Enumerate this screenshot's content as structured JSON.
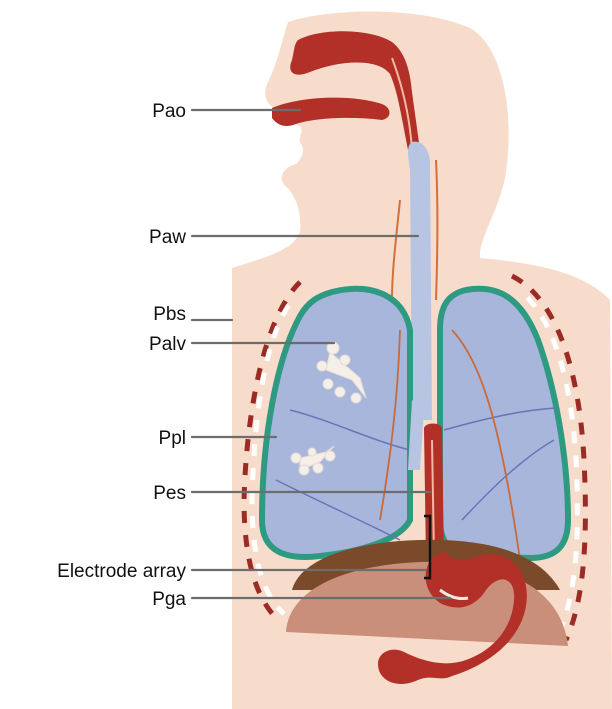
{
  "labels": {
    "pao": "Pao",
    "paw": "Paw",
    "pbs": "Pbs",
    "palv": "Palv",
    "ppl": "Ppl",
    "pes": "Pes",
    "electrode_array": "Electrode array",
    "pga": "Pga"
  },
  "colors": {
    "skin": "#f7dccb",
    "airway": "#b7c5e3",
    "lung": "#a8b6dc",
    "pleura": "#2e9a82",
    "muscle_red": "#b23028",
    "diaphragm": "#7a4a2b",
    "abdomen": "#c98f7a",
    "leader": "#6d6d6d"
  }
}
